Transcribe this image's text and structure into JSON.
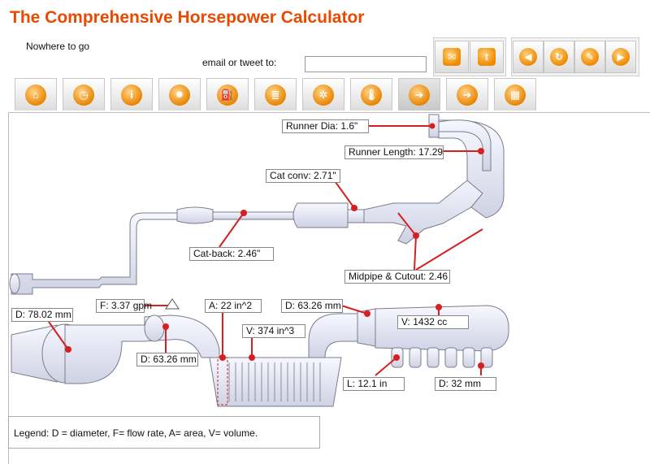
{
  "header": {
    "title": "The Comprehensive Horsepower Calculator",
    "subtitle": "Nowhere to go",
    "share_label": "email or tweet to:",
    "share_value": ""
  },
  "toolbar": {
    "share_buttons": [
      {
        "name": "email-icon",
        "glyph": "✉"
      },
      {
        "name": "twitter-icon",
        "glyph": "t"
      }
    ],
    "nav_buttons": [
      {
        "name": "back-icon",
        "glyph": "◀"
      },
      {
        "name": "refresh-icon",
        "glyph": "↻"
      },
      {
        "name": "edit-icon",
        "glyph": "✎"
      },
      {
        "name": "forward-icon",
        "glyph": "▶"
      }
    ]
  },
  "tabs": [
    {
      "name": "home-icon",
      "glyph": "⌂"
    },
    {
      "name": "gauge-icon",
      "glyph": "◷"
    },
    {
      "name": "info-icon",
      "glyph": "i"
    },
    {
      "name": "gear-icon",
      "glyph": "✹"
    },
    {
      "name": "fuel-pump-icon",
      "glyph": "⛽"
    },
    {
      "name": "document-icon",
      "glyph": "≣"
    },
    {
      "name": "turbo-fan-icon",
      "glyph": "✲"
    },
    {
      "name": "thermometer-icon",
      "glyph": "🌡"
    },
    {
      "name": "exhaust-icon",
      "glyph": "➜",
      "active": true
    },
    {
      "name": "exhaust-flow-icon",
      "glyph": "➜"
    },
    {
      "name": "chart-icon",
      "glyph": "▦"
    }
  ],
  "labels": {
    "runner_dia": "Runner Dia: 1.6\"",
    "runner_length": "Runner Length: 17.29",
    "cat_conv": "Cat conv: 2.71\"",
    "cat_back": "Cat-back: 2.46\"",
    "midpipe": "Midpipe & Cutout: 2.46",
    "filter_d": "D: 78.02 mm",
    "flow_f": "F: 3.37 gpm",
    "area_a": "A: 22 in^2",
    "intake_d": "D: 63.26 mm",
    "ic_volume": "V: 374 in^3",
    "throttle_d": "D: 63.26 mm",
    "plenum_v": "V: 1432 cc",
    "runner_l": "L: 12.1 in",
    "runner_d": "D: 32 mm"
  },
  "legend": "Legend: D = diameter, F= flow rate, A= area, V= volume.",
  "colors": {
    "title": "#ea4a00",
    "accent": "#f08a00",
    "pipe_fill": "#e4e6f2",
    "pipe_stroke": "#7a7d8c",
    "leader": "#d42020"
  }
}
